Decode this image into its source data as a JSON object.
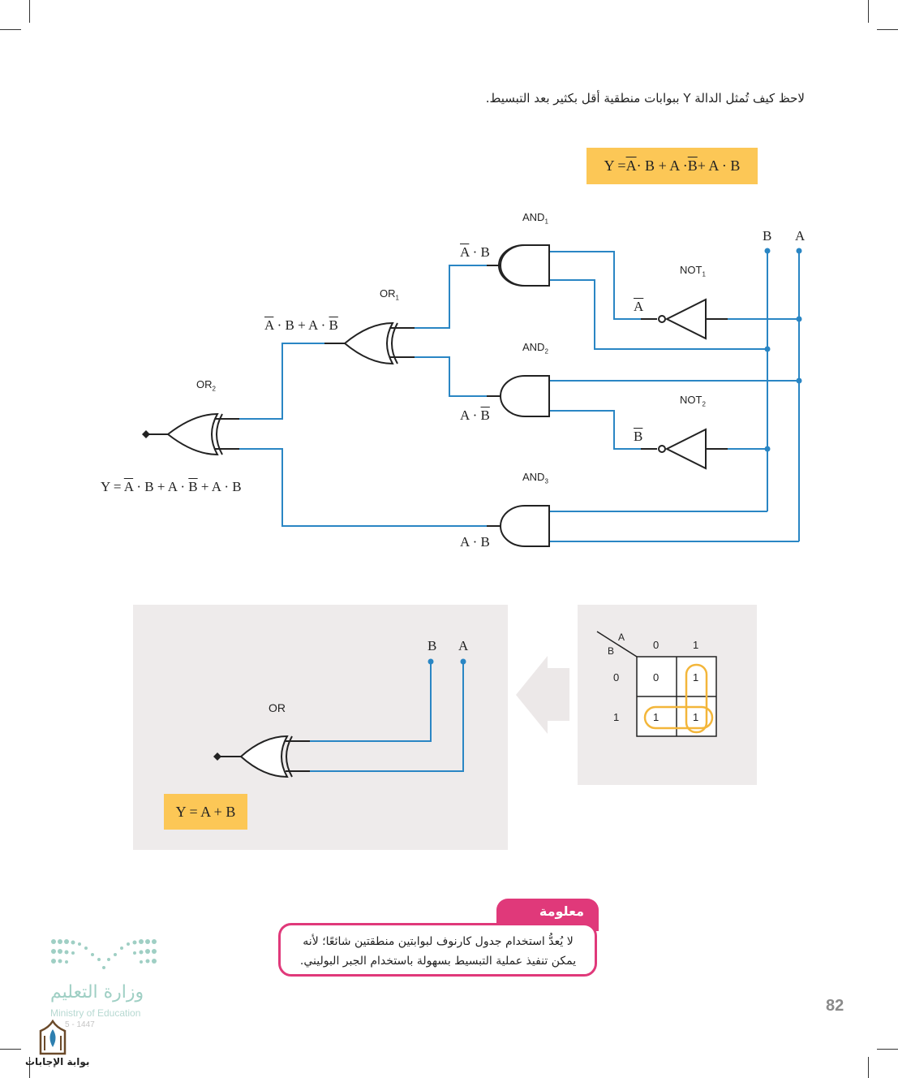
{
  "intro_text": "لاحظ كيف تُمثل الدالة Y ببوابات منطقية أقل بكثير بعد التبسيط.",
  "top_equation": {
    "prefix": "Y = ",
    "t1a": "A",
    "t1b": " · B + A · ",
    "t2b": "B",
    "t3": " + A · B"
  },
  "circuit": {
    "input_b": "B",
    "input_a": "A",
    "and1": "AND",
    "and1_sub": "1",
    "and2": "AND",
    "and2_sub": "2",
    "and3": "AND",
    "and3_sub": "3",
    "or1": "OR",
    "or1_sub": "1",
    "or2": "OR",
    "or2_sub": "2",
    "not1": "NOT",
    "not1_sub": "1",
    "not2": "NOT",
    "not2_sub": "2",
    "and1_out_a": "A",
    "and1_out_rest": " · B",
    "and2_out_a": "A · ",
    "and2_out_b": "B",
    "and3_out": "A · B",
    "not1_out": "A",
    "not2_out": "B",
    "or1_out_a": "A",
    "or1_out_mid": " · B + A · ",
    "or1_out_b": "B",
    "final_prefix": "Y = ",
    "final_a": "A",
    "final_mid": " · B + A · ",
    "final_b": "B",
    "final_rest": " + A · B"
  },
  "simplified": {
    "input_b": "B",
    "input_a": "A",
    "gate": "OR",
    "equation": "Y = A + B"
  },
  "kmap": {
    "col_var": "A",
    "row_var": "B",
    "col_headers": [
      "0",
      "1"
    ],
    "row_headers": [
      "0",
      "1"
    ],
    "cells": [
      [
        "0",
        "1"
      ],
      [
        "1",
        "1"
      ]
    ]
  },
  "info": {
    "title": "معلومة",
    "line1": "لا يُعدُّ استخدام جدول كارنوف لبوابتين منطقتين شائعًا؛ لأنه",
    "line2": "يمكن تنفيذ عملية التبسيط بسهولة باستخدام الجبر البوليني."
  },
  "page_number": "82",
  "ministry": {
    "arabic": "وزارة التعليم",
    "english": "Ministry of Education",
    "year": "5 - 1447"
  },
  "portal": "بوابة الإجابات",
  "colors": {
    "wire": "#2a86c4",
    "highlight": "#fcc756",
    "info": "#e0397a",
    "kmap_loop": "#f3b63a"
  }
}
